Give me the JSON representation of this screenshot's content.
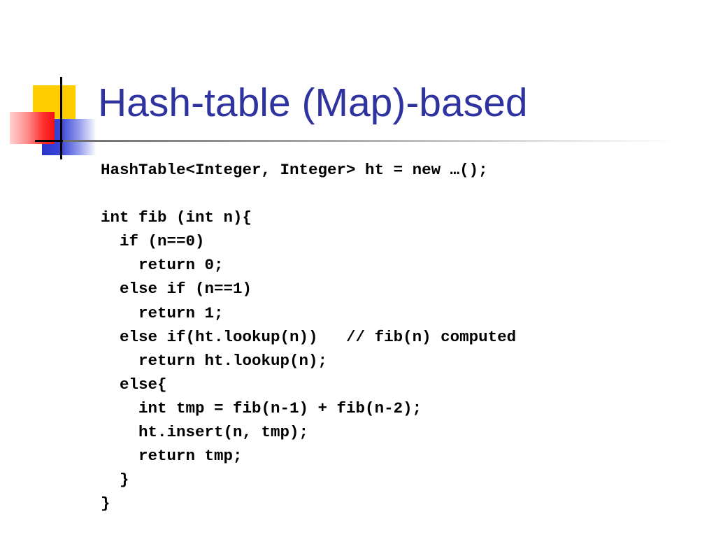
{
  "slide": {
    "title": "Hash-table (Map)-based",
    "code_lines": [
      "HashTable<Integer, Integer> ht = new …();",
      "",
      "int fib (int n){",
      "  if (n==0)",
      "    return 0;",
      "  else if (n==1)",
      "    return 1;",
      "  else if(ht.lookup(n))   // fib(n) computed",
      "    return ht.lookup(n);",
      "  else{",
      "    int tmp = fib(n-1) + fib(n-2);",
      "    ht.insert(n, tmp);",
      "    return tmp;",
      "  }",
      "}"
    ]
  },
  "colors": {
    "title": "#2e33a0",
    "logo_yellow": "#ffcc00",
    "logo_blue": "#2a34cc",
    "logo_red": "#ff3030",
    "text": "#000000"
  }
}
